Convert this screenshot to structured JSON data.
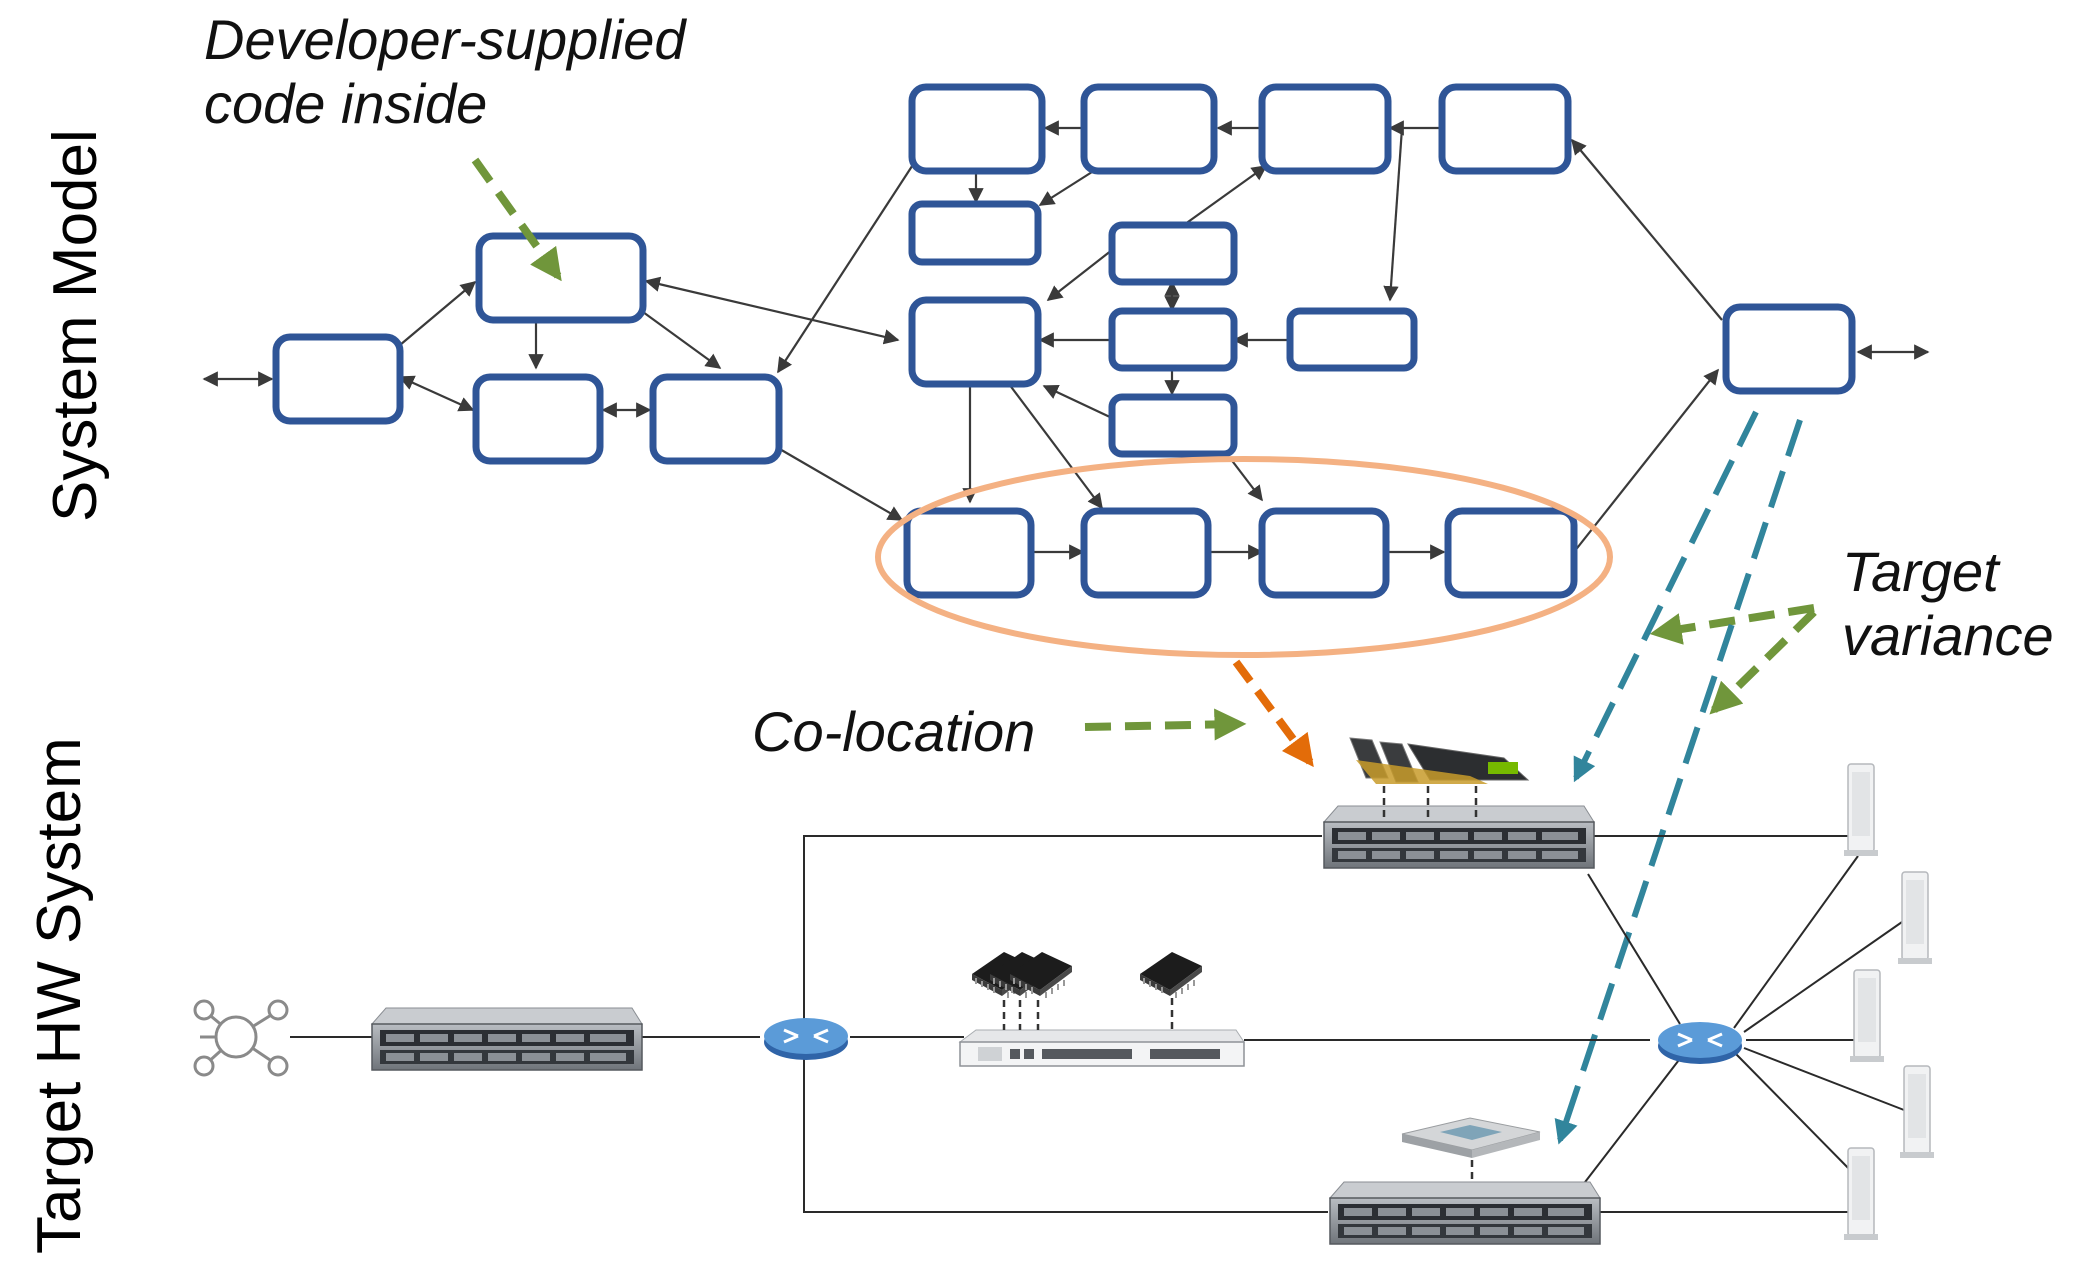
{
  "labels": {
    "system_model": "System Model",
    "target_hw_system": "Target HW System"
  },
  "annotations": {
    "developer_code_line1": "Developer-supplied",
    "developer_code_line2": "code inside",
    "target_variance_line1": "Target",
    "target_variance_line2": "variance",
    "co_location": "Co-location"
  },
  "colors": {
    "node_border": "#2f5597",
    "edge": "#3a3a3a",
    "colocation_ellipse": "#f4b183",
    "annotation_arrow_green": "#70963b",
    "mapping_arrow_orange": "#e36c09",
    "mapping_arrow_teal": "#31859c",
    "router": "#4a86c8"
  },
  "icons": {
    "network_hub": "network-hub-icon",
    "server": "rack-server-icon",
    "router": "router-icon",
    "switch": "network-switch-icon",
    "gpu": "gpu-card-icon",
    "chip": "microchip-icon",
    "fpga": "fpga-chip-icon",
    "sensor": "sensor-node-icon"
  }
}
